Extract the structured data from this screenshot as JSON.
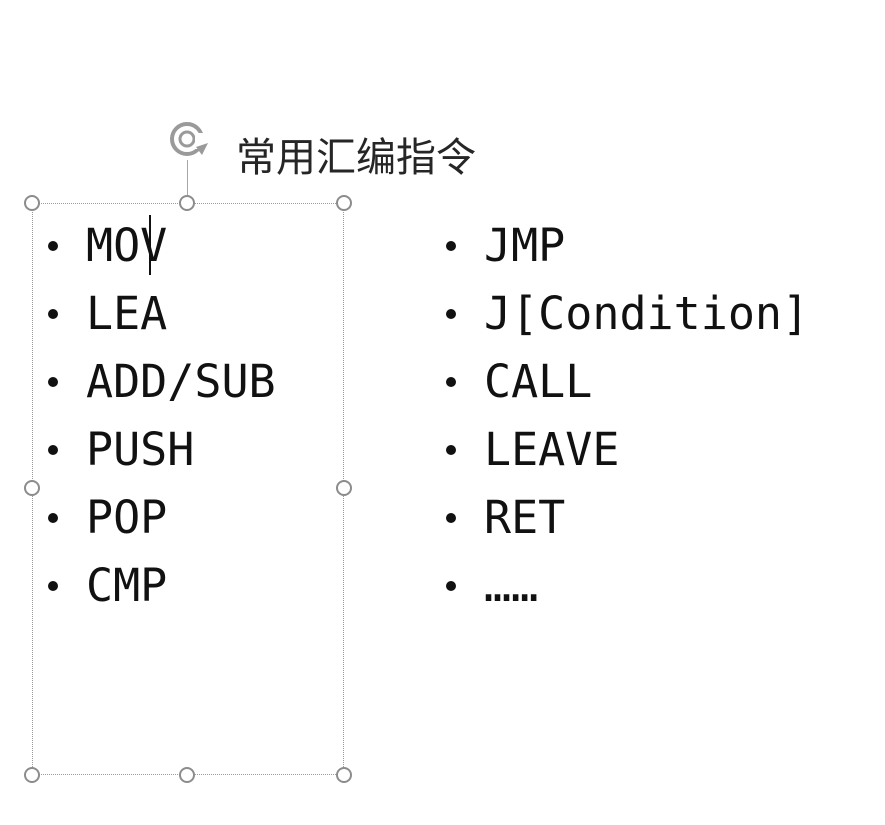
{
  "slide": {
    "title": "常用汇编指令"
  },
  "left_list": {
    "items": [
      "MOV",
      "LEA",
      "ADD/SUB",
      "PUSH",
      "POP",
      "CMP"
    ]
  },
  "right_list": {
    "items": [
      "JMP",
      "J[Condition]",
      "CALL",
      "LEAVE",
      "RET",
      "……"
    ]
  },
  "icons": {
    "rotate": "rotate-handle-icon",
    "bullet": "bullet-dot-icon",
    "resize": "resize-handle-icon"
  },
  "colors": {
    "text": "#111111",
    "title": "#262626",
    "selection_border": "#9a9a9a",
    "handle_border": "#8c8c8c"
  }
}
